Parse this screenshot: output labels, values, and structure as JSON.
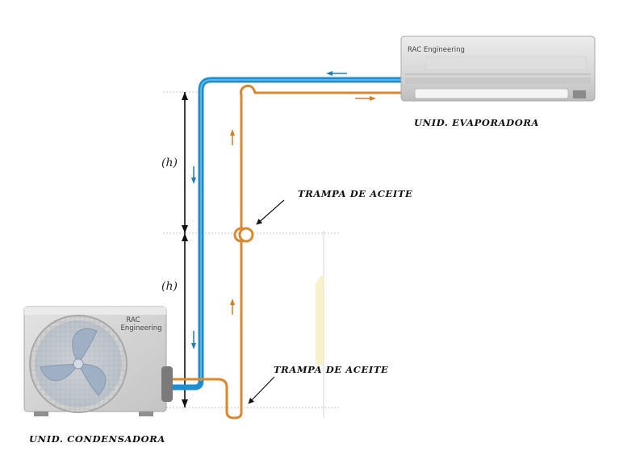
{
  "diagram": {
    "labels": {
      "evaporator": "UNID. EVAPORADORA",
      "condenser": "UNID. CONDENSADORA",
      "trap_upper": "TRAMPA DE ACEITE",
      "trap_lower": "TRAMPA DE ACEITE",
      "height_upper": "(h)",
      "height_lower": "(h)"
    },
    "evaporator_unit": {
      "brand": "RAC Engineering"
    },
    "condenser_unit": {
      "brand_line1": "RAC",
      "brand_line2": "Engineering"
    },
    "colors": {
      "liquid_line": "#1a8fd6",
      "suction_line": "#d9882c",
      "arrow_blue": "#1c7fb8",
      "arrow_orange": "#e07a1a",
      "unit_body": "#d8d8d8",
      "dimension_line": "#111111"
    }
  }
}
